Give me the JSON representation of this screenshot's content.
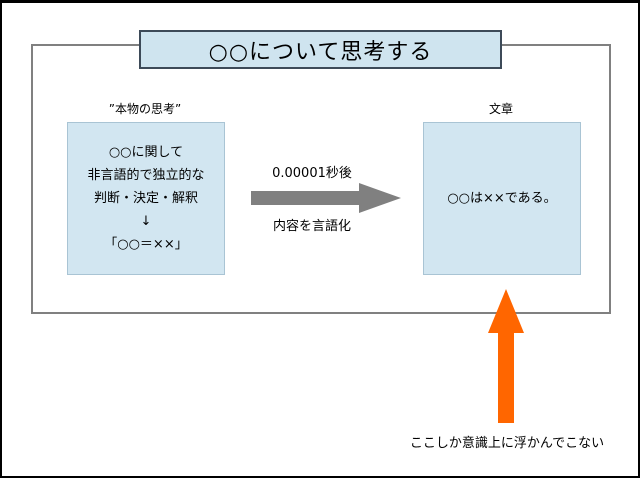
{
  "title": "○○について思考する",
  "left_caption": "”本物の思考”",
  "right_caption": "文章",
  "left_box": {
    "lines": [
      "○○に関して",
      "非言語的で独立的な",
      "判断・決定・解釈",
      "↓",
      "「○○＝××」"
    ]
  },
  "right_box": {
    "text": "○○は××である。"
  },
  "arrow_top_label": "0.00001秒後",
  "arrow_bottom_label": "内容を言語化",
  "bottom_label": "ここしか意識上に浮かんでこない",
  "colors": {
    "box_fill": "#d2e6f1",
    "title_fill": "#cfe4ef",
    "frame_border": "#808080",
    "gray_arrow": "#808080",
    "orange_arrow": "#ff6600"
  }
}
